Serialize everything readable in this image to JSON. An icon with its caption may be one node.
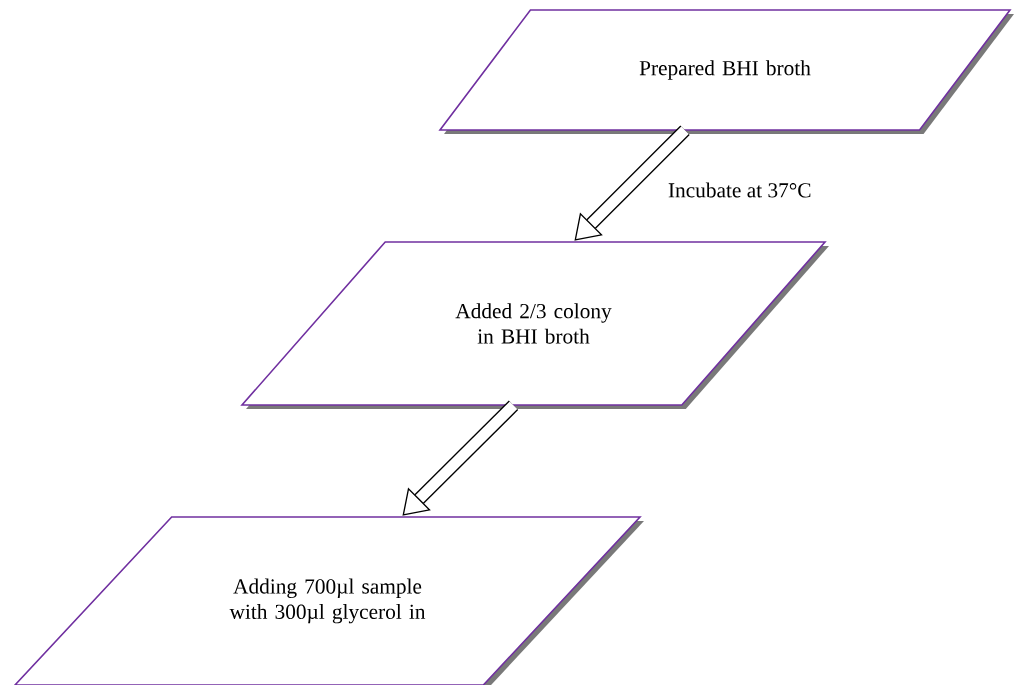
{
  "diagram": {
    "nodes": [
      {
        "text": [
          "Prepared BHI broth"
        ]
      },
      {
        "text": [
          "Added 2/3 colony in BHI broth"
        ]
      },
      {
        "text": [
          "Adding 700µl sample with 300µl glycerol in"
        ]
      }
    ],
    "edges": [
      {
        "from": 0,
        "to": 1,
        "arrow": "to",
        "label": "Incubate at 37°C"
      },
      {
        "from": 1,
        "to": 2,
        "arrow": "to"
      }
    ]
  }
}
